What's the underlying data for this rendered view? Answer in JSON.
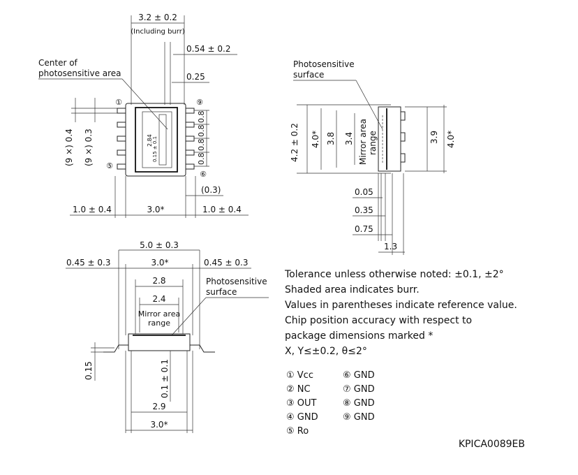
{
  "top_view": {
    "dim_width": "3.2 ± 0.2",
    "dim_width_note": "(Including burr)",
    "dim_054": "0.54 ± 0.2",
    "dim_025": "0.25",
    "label_center_1": "Center of",
    "label_center_2": "photosensitive area",
    "dim_9x04": "(9 ×) 0.4",
    "dim_9x03": "(9 ×) 0.3",
    "dim_284": "2.84",
    "dim_015": "0.15 ± 0.1",
    "dim_pitch": [
      "0.8",
      "0.8",
      "0.8",
      "0.8"
    ],
    "dim_03": "(0.3)",
    "dim_left": "1.0 ± 0.4",
    "dim_center": "3.0*",
    "dim_right": "1.0 ± 0.4",
    "pin_marks": [
      "①",
      "⑨",
      "⑤",
      "⑥"
    ]
  },
  "side_view": {
    "label_1": "Photosensitive",
    "label_2": "surface",
    "dim_42": "4.2 ± 0.2",
    "dim_40": "4.0*",
    "dim_38": "3.8",
    "dim_34": "3.4",
    "mirror_1": "Mirror area",
    "mirror_2": "range",
    "dim_39": "3.9",
    "dim_40r": "4.0*",
    "dim_005": "0.05",
    "dim_035": "0.35",
    "dim_075": "0.75",
    "dim_13": "1.3"
  },
  "front_view": {
    "dim_50": "5.0 ± 0.3",
    "dim_045l": "0.45 ± 0.3",
    "dim_30": "3.0*",
    "dim_045r": "0.45 ± 0.3",
    "dim_28": "2.8",
    "dim_24": "2.4",
    "mirror_1": "Mirror area",
    "mirror_2": "range",
    "label_1": "Photosensitive",
    "label_2": "surface",
    "dim_015": "0.15",
    "dim_01": "0.1 ± 0.1",
    "dim_29": "2.9",
    "dim_30b": "3.0*"
  },
  "notes": [
    "Tolerance unless otherwise noted: ±0.1, ±2°",
    "Shaded area indicates burr.",
    "Values in parentheses indicate reference value.",
    "Chip position accuracy with respect to",
    "package dimensions marked *",
    "X, Y≤±0.2, θ≤2°"
  ],
  "pins_left": [
    "① Vcc",
    "② NC",
    "③ OUT",
    "④ GND",
    "⑤ Ro"
  ],
  "pins_right": [
    "⑥ GND",
    "⑦ GND",
    "⑧ GND",
    "⑨ GND"
  ],
  "code": "KPICA0089EB"
}
